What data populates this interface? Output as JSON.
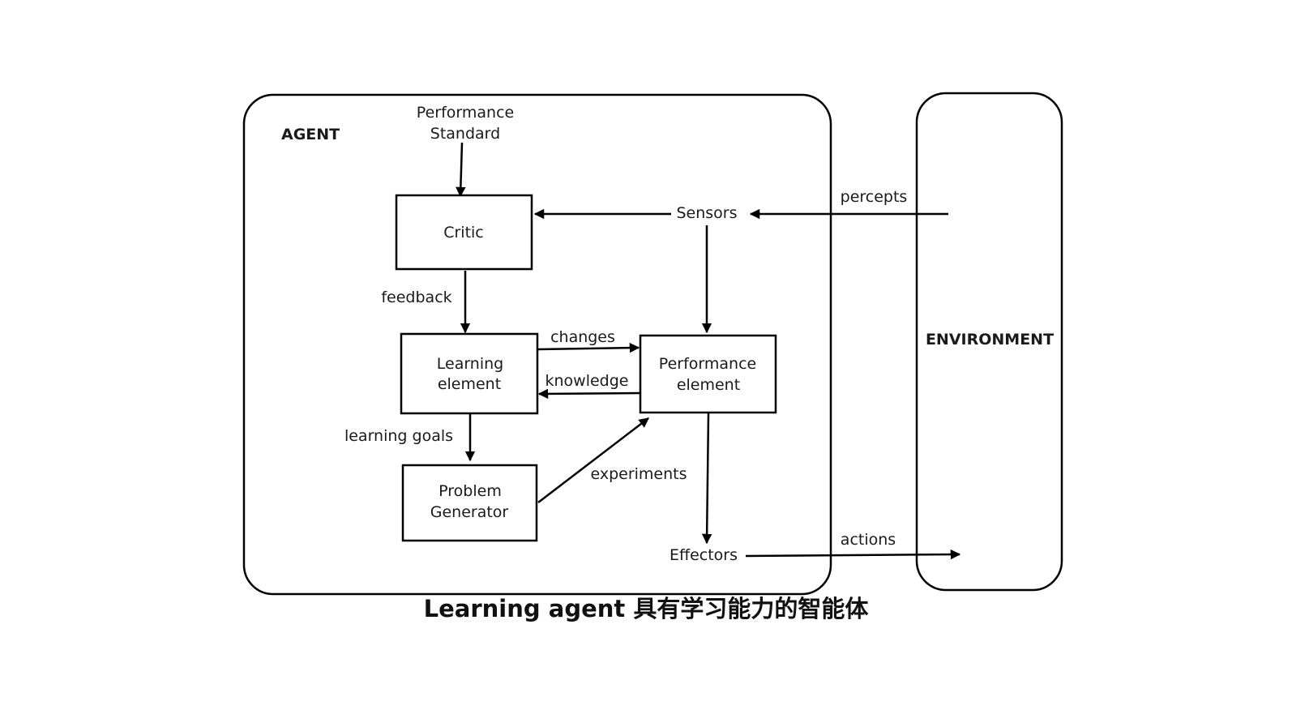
{
  "diagram": {
    "agent_label": "AGENT",
    "environment_label": "ENVIRONMENT",
    "performance_standard": [
      "Performance",
      "Standard"
    ],
    "critic": "Critic",
    "sensors": "Sensors",
    "percepts": "percepts",
    "feedback": "feedback",
    "learning_element": [
      "Learning",
      "element"
    ],
    "performance_element": [
      "Performance",
      "element"
    ],
    "changes": "changes",
    "knowledge": "knowledge",
    "learning_goals": "learning goals",
    "problem_generator": [
      "Problem",
      "Generator"
    ],
    "experiments": "experiments",
    "effectors": "Effectors",
    "actions": "actions"
  },
  "caption": "Learning agent 具有学习能力的智能体"
}
